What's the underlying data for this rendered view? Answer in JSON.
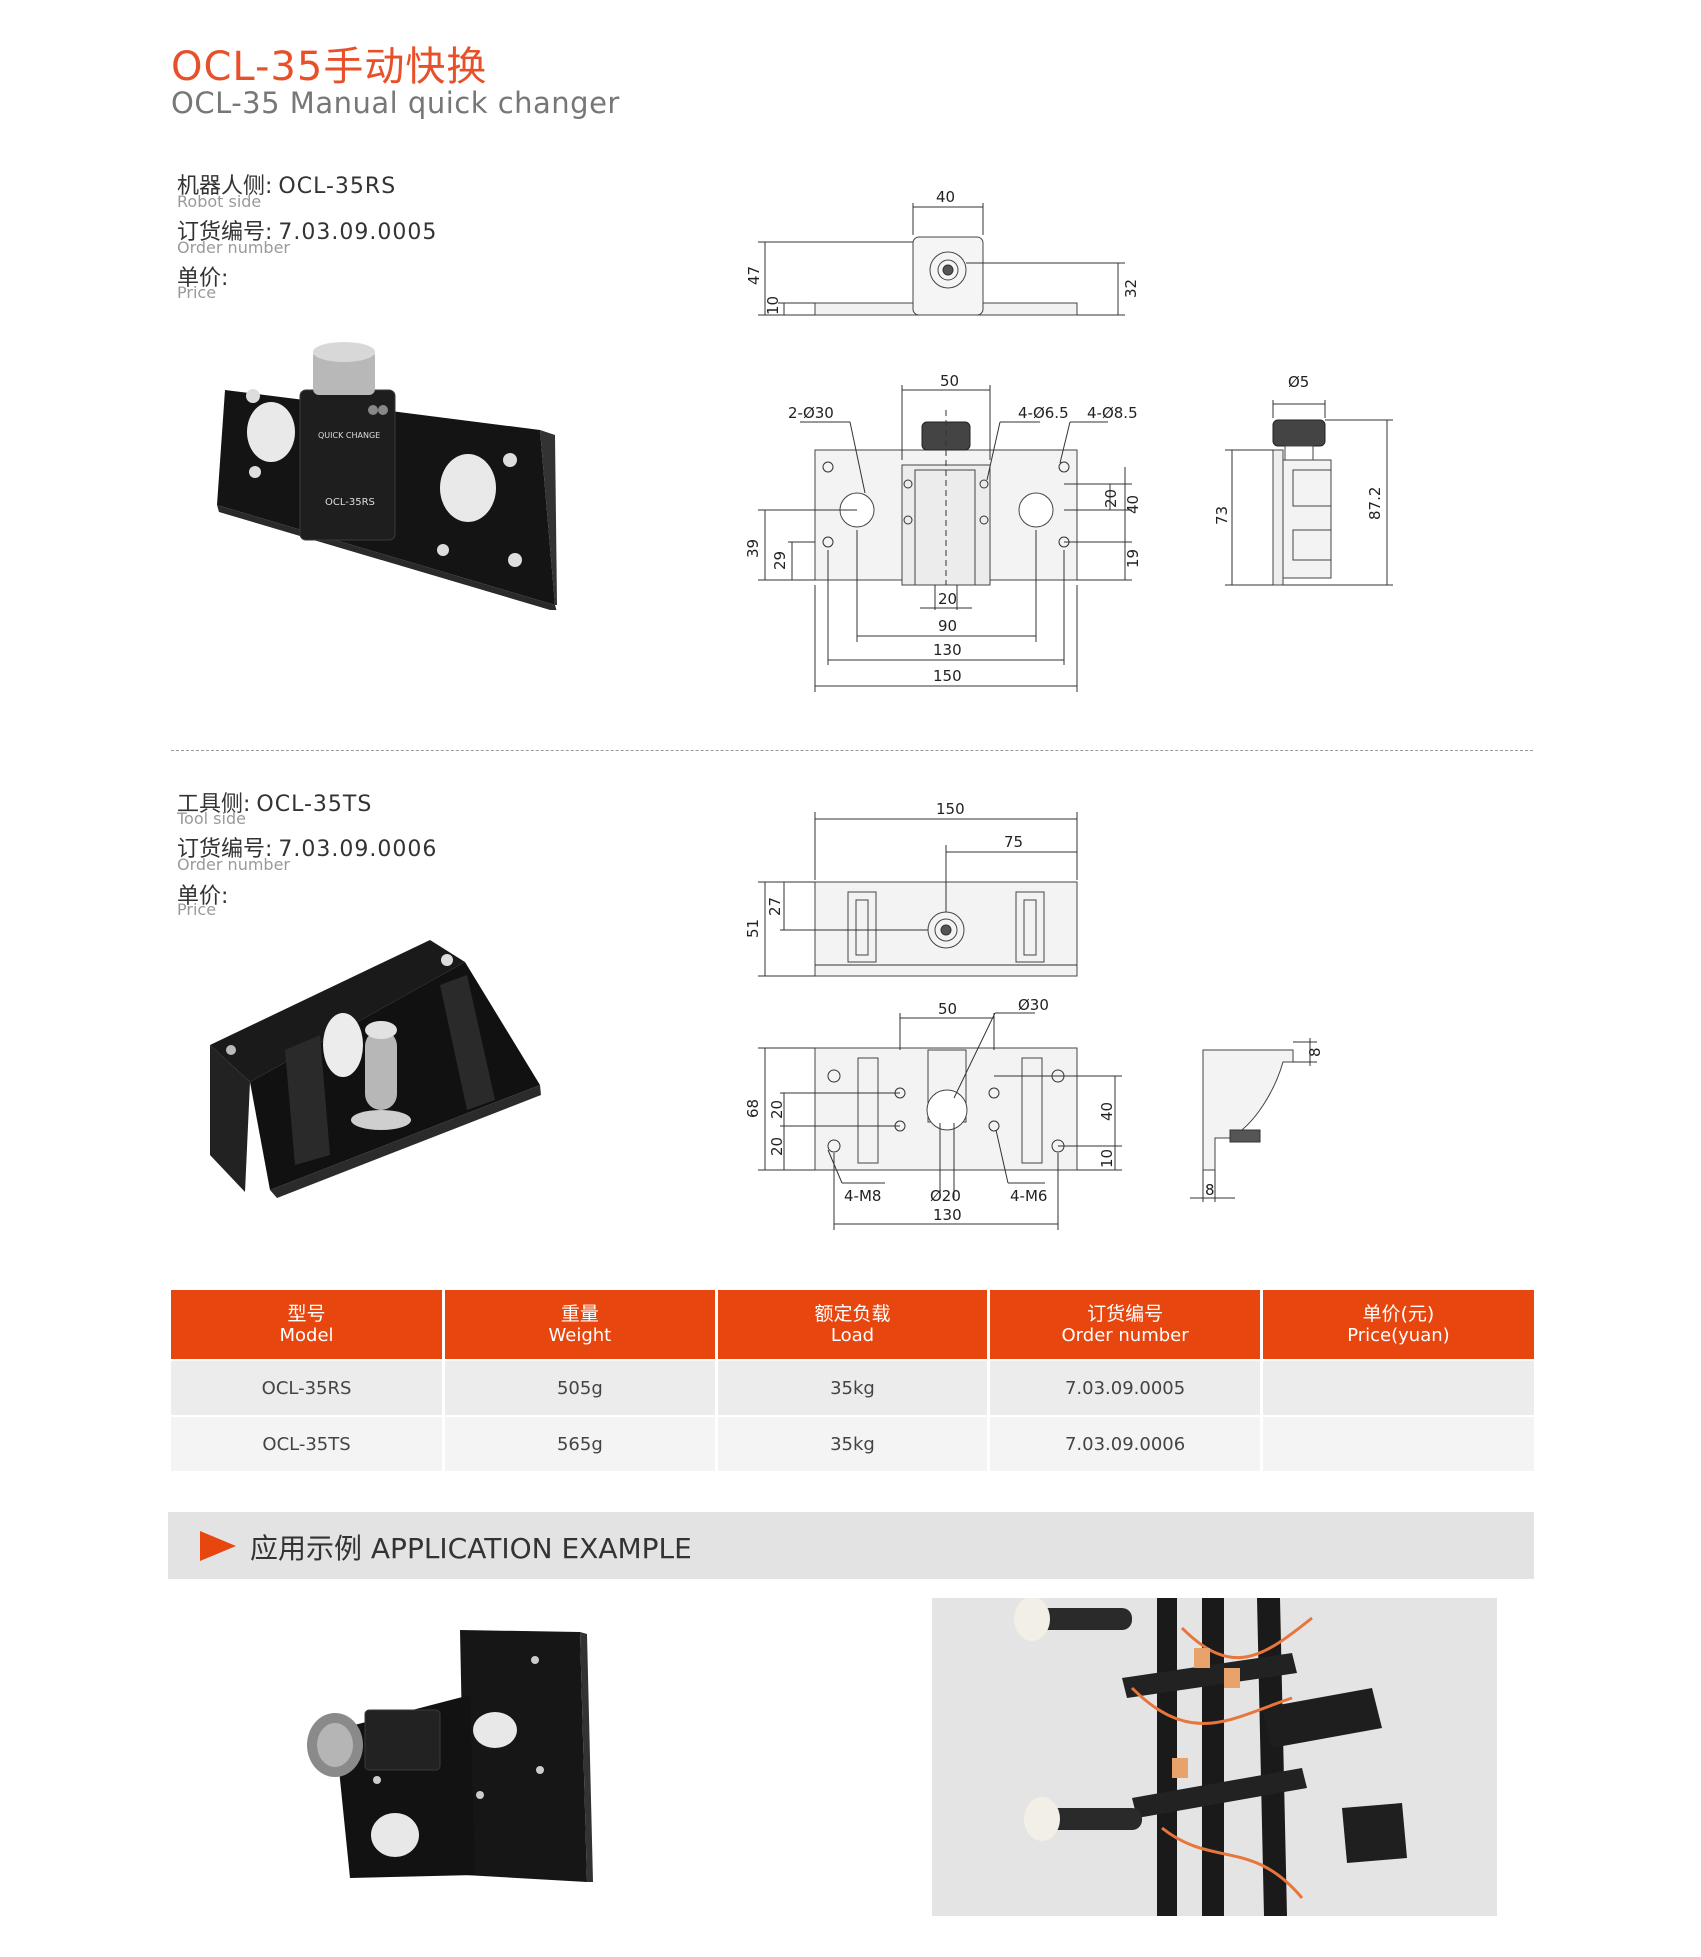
{
  "header": {
    "title_cn": "OCL-35手动快换",
    "title_en": "OCL-35 Manual quick changer"
  },
  "robot_side": {
    "label_cn": "机器人侧:",
    "label_en": "Robot side",
    "model": "OCL-35RS",
    "order_label_cn": "订货编号:",
    "order_label_en": "Order number",
    "order_value": "7.03.09.0005",
    "price_label_cn": "单价:",
    "price_label_en": "Price",
    "product_text": [
      "QUICK CHANGE",
      "OCL-35RS"
    ]
  },
  "tool_side": {
    "label_cn": "工具侧:",
    "label_en": "Tool side",
    "model": "OCL-35TS",
    "order_label_cn": "订货编号:",
    "order_label_en": "Order number",
    "order_value": "7.03.09.0006",
    "price_label_cn": "单价:",
    "price_label_en": "Price"
  },
  "drawings": {
    "rs_top": {
      "w40": "40",
      "h47": "47",
      "h10": "10",
      "h32": "32"
    },
    "rs_front": {
      "d50": "50",
      "holes_2": "2-Ø30",
      "holes_4a": "4-Ø6.5",
      "holes_4b": "4-Ø8.5",
      "h39": "39",
      "h29": "29",
      "h20": "20",
      "h40": "40",
      "h19": "19",
      "w20": "20",
      "w90": "90",
      "w130": "130",
      "w150": "150"
    },
    "rs_side": {
      "d5": "Ø5",
      "h73": "73",
      "h872": "87.2"
    },
    "ts_top": {
      "w150": "150",
      "w75": "75",
      "h51": "51",
      "h27": "27"
    },
    "ts_front": {
      "w50": "50",
      "d30": "Ø30",
      "h68": "68",
      "h20a": "20",
      "h20b": "20",
      "h40": "40",
      "h10": "10",
      "m8": "4-M8",
      "d20": "Ø20",
      "m6": "4-M6",
      "w130": "130"
    },
    "ts_side": {
      "t8a": "8",
      "t8b": "8"
    }
  },
  "spec_table": {
    "headers": [
      {
        "cn": "型号",
        "en": "Model"
      },
      {
        "cn": "重量",
        "en": "Weight"
      },
      {
        "cn": "额定负载",
        "en": "Load"
      },
      {
        "cn": "订货编号",
        "en": "Order number"
      },
      {
        "cn": "单价(元)",
        "en": "Price(yuan)"
      }
    ],
    "rows": [
      [
        "OCL-35RS",
        "505g",
        "35kg",
        "7.03.09.0005",
        ""
      ],
      [
        "OCL-35TS",
        "565g",
        "35kg",
        "7.03.09.0006",
        ""
      ]
    ]
  },
  "application": {
    "title": "应用示例 APPLICATION EXAMPLE"
  },
  "colors": {
    "accent": "#e8460f",
    "title": "#e8502a",
    "bar": "#e3e3e3"
  }
}
